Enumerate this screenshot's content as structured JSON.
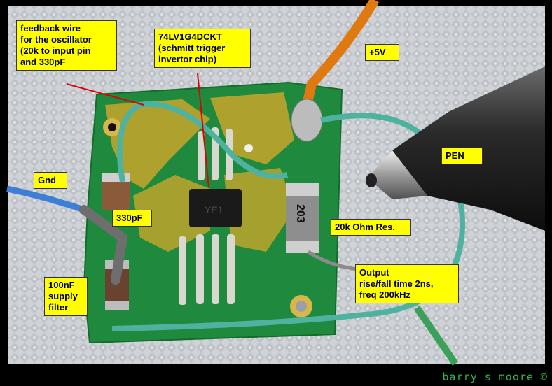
{
  "annotations": {
    "feedback": [
      "feedback wire",
      "for the oscillator",
      "(20k to input pin",
      "and 330pF"
    ],
    "chip": [
      "74LV1G4DCKT",
      "(schmitt trigger",
      "invertor chip)"
    ],
    "vplus": [
      "+5V"
    ],
    "pen": [
      "PEN"
    ],
    "gnd": [
      "Gnd"
    ],
    "cap330": [
      "330pF"
    ],
    "res": [
      "20k Ohm Res."
    ],
    "output": [
      "Output",
      "rise/fall time 2ns,",
      "freq 200kHz"
    ],
    "cap100n": [
      "100nF",
      "supply",
      "filter"
    ]
  },
  "resistor_marking": "203",
  "credit": "barry s moore ©",
  "colors": {
    "label_bg": "#ffff00",
    "pcb": "#1f8a3e",
    "copper": "#c8a52a",
    "wire_orange": "#e07a10",
    "wire_teal": "#4fb2a0",
    "wire_blue": "#3d7fd6",
    "credit": "#2fb34a"
  }
}
